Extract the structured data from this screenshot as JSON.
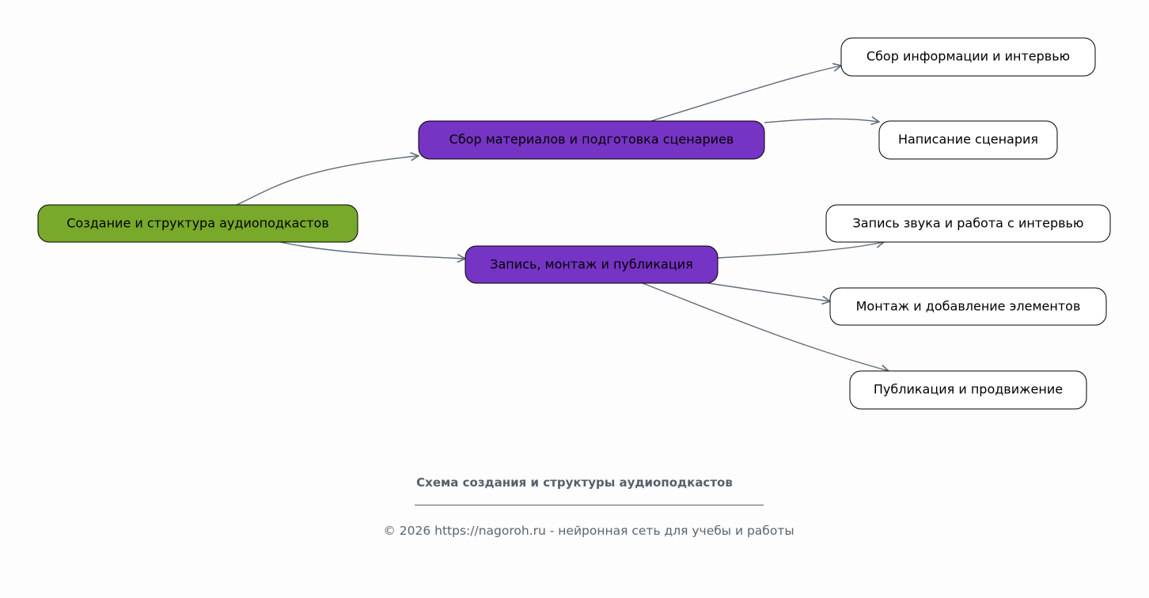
{
  "diagram": {
    "root": {
      "label": "Создание и структура аудиоподкастов",
      "color": "#78a92a"
    },
    "branches": [
      {
        "label": "Сбор материалов и подготовка сценариев",
        "color": "#7634c4",
        "children": [
          "Сбор информации и интервью",
          "Написание сценария"
        ]
      },
      {
        "label": "Запись, монтаж и публикация",
        "color": "#7634c4",
        "children": [
          "Запись звука и работа с интервью",
          "Монтаж и добавление элементов",
          "Публикация и продвижение"
        ]
      }
    ],
    "edge_color": "#5f6b78"
  },
  "footer": {
    "title": "Схема создания и структуры аудиоподкастов",
    "copyright": "© 2026 https://nagoroh.ru - нейронная сеть для учебы и работы"
  }
}
